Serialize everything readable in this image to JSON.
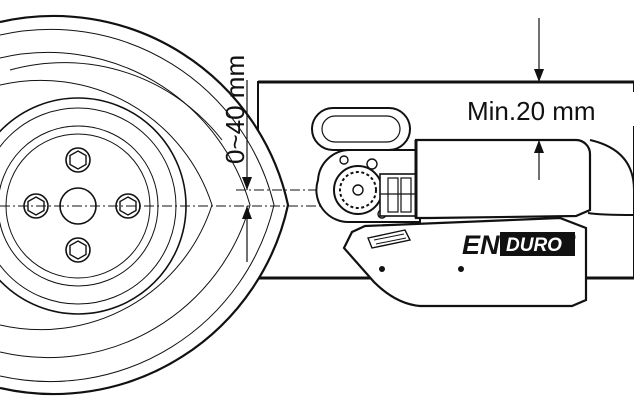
{
  "dimensions": {
    "wheel_offset": {
      "text": "0~40 mm"
    },
    "min_clearance": {
      "text": "Min.20 mm"
    }
  },
  "brand": {
    "logo_text_left": "EN",
    "logo_text_right": "DURO",
    "registered_mark": "®"
  },
  "colors": {
    "line": "#111111",
    "fill_light": "#ffffff",
    "fill_dark": "#111111"
  }
}
